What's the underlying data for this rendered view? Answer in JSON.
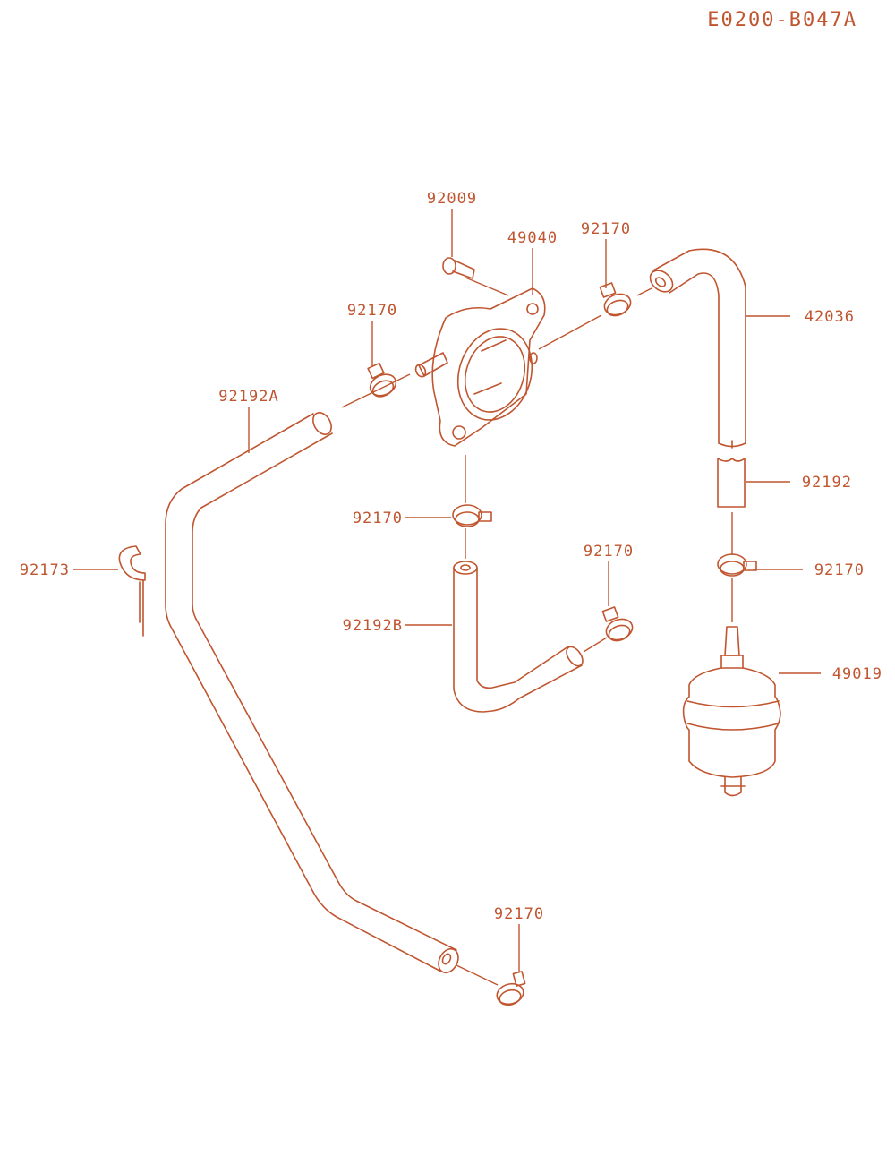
{
  "diagram_code": "E0200-B047A",
  "colors": {
    "ink": "#c0552f",
    "background": "#ffffff"
  },
  "labels": {
    "l_92009": "92009",
    "l_49040": "49040",
    "l_92170_top": "92170",
    "l_92170_upper_left": "92170",
    "l_42036": "42036",
    "l_92192A": "92192A",
    "l_92170_mid": "92170",
    "l_92192": "92192",
    "l_92173": "92173",
    "l_92170_right": "92170",
    "l_92170_mid_right": "92170",
    "l_92192B": "92192B",
    "l_49019": "49019",
    "l_92170_bottom": "92170"
  }
}
